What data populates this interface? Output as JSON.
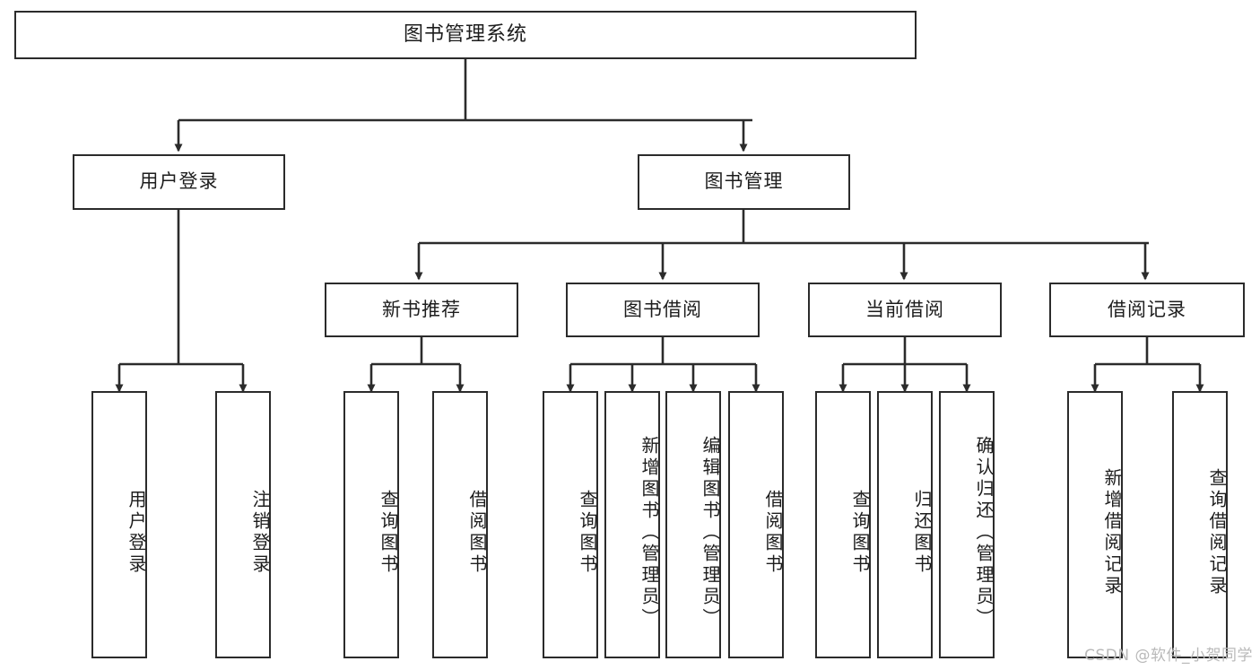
{
  "diagram": {
    "title": "图书管理系统",
    "type": "tree-structure-chart",
    "colors": {
      "box_border": "#2b2b2b",
      "box_fill": "#ffffff",
      "edge": "#2b2b2b",
      "text": "#1d1d1d",
      "watermark": "#b9b9b9",
      "background": "#ffffff"
    },
    "root": {
      "label": "图书管理系统"
    },
    "level2": [
      {
        "label": "用户登录"
      },
      {
        "label": "图书管理"
      }
    ],
    "level3": [
      {
        "label": "新书推荐"
      },
      {
        "label": "图书借阅"
      },
      {
        "label": "当前借阅"
      },
      {
        "label": "借阅记录"
      }
    ],
    "leaves": {
      "user_login": [
        {
          "label": "用户登录"
        },
        {
          "label": "注销登录"
        }
      ],
      "new_book_recommend": [
        {
          "label": "查询图书"
        },
        {
          "label": "借阅图书"
        }
      ],
      "book_borrow": [
        {
          "label": "查询图书"
        },
        {
          "label": "新增图书（管理员）"
        },
        {
          "label": "编辑图书（管理员）"
        },
        {
          "label": "借阅图书"
        }
      ],
      "current_borrow": [
        {
          "label": "查询图书"
        },
        {
          "label": "归还图书"
        },
        {
          "label": "确认归还（管理员）"
        }
      ],
      "borrow_record": [
        {
          "label": "新增借阅记录"
        },
        {
          "label": "查询借阅记录"
        }
      ]
    }
  },
  "watermark": {
    "text": "CSDN @软件_小贺同学"
  }
}
